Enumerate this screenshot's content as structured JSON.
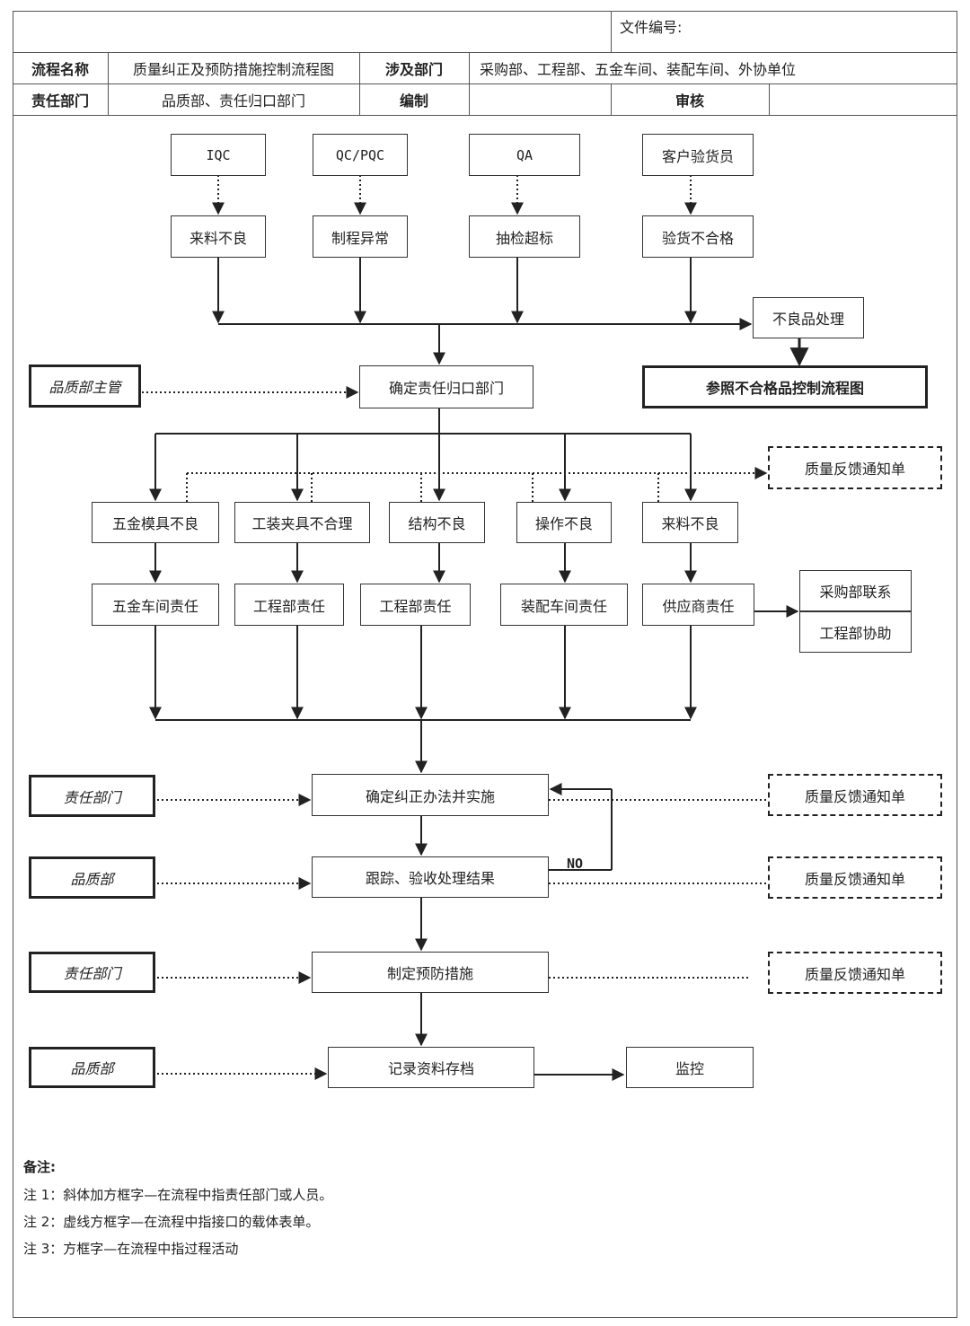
{
  "header": {
    "doc_no_label": "文件编号:",
    "process_name_label": "流程名称",
    "process_name": "质量纠正及预防措施控制流程图",
    "involved_depts_label": "涉及部门",
    "involved_depts": "采购部、工程部、五金车间、装配车间、外协单位",
    "resp_dept_label": "责任部门",
    "resp_dept": "品质部、责任归口部门",
    "compile_label": "编制",
    "compile_value": "",
    "review_label": "审核",
    "review_value": ""
  },
  "flow": {
    "sources": [
      "IQC",
      "QC/PQC",
      "QA",
      "客户验货员"
    ],
    "issues": [
      "来料不良",
      "制程异常",
      "抽检超标",
      "验货不合格"
    ],
    "defect_handling": "不良品处理",
    "refer_chart": "参照不合格品控制流程图",
    "qa_supervisor": "品质部主管",
    "determine_dept": "确定责任归口部门",
    "feedback_form": "质量反馈通知单",
    "categories": [
      "五金模具不良",
      "工装夹具不合理",
      "结构不良",
      "操作不良",
      "来料不良"
    ],
    "responsibilities": [
      "五金车间责任",
      "工程部责任",
      "工程部责任",
      "装配车间责任",
      "供应商责任"
    ],
    "purchasing_contact": "采购部联系",
    "engineering_assist": "工程部协助",
    "steps": [
      "确定纠正办法并实施",
      "跟踪、验收处理结果",
      "制定预防措施",
      "记录资料存档"
    ],
    "step_roles": [
      "责任部门",
      "品质部",
      "责任部门",
      "品质部"
    ],
    "no_label": "NO",
    "monitor": "监控"
  },
  "notes": {
    "title": "备注:",
    "items": [
      "注 1：斜体加方框字—在流程中指责任部门或人员。",
      "注 2：虚线方框字—在流程中指接口的载体表单。",
      "注 3：方框字—在流程中指过程活动"
    ]
  }
}
